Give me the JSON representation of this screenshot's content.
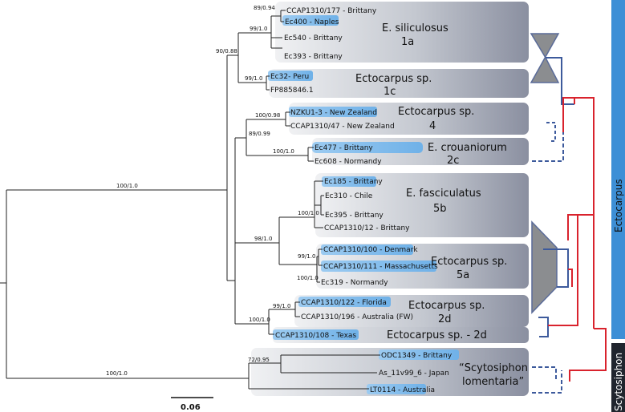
{
  "colors": {
    "highlight": "#8ec4ef",
    "panel_light": "#e4e6ea",
    "panel_dark": "#8d92a2",
    "ectocarpus_bar": "#3d8fd6",
    "scytosiphon_bar": "#20252e",
    "red_link": "#d9232d",
    "blue_link": "#3d5a9c",
    "triangle": "#8b8d90"
  },
  "scale_label": "0.06",
  "groups": {
    "ectocarpus": "Ectocarpus",
    "scytosiphon": "Scytosiphon"
  },
  "clades": {
    "c1a_name": "E. siliculosus",
    "c1a_code": "1a",
    "c1c_name": "Ectocarpus sp.",
    "c1c_code": "1c",
    "c4_name": "Ectocarpus sp.",
    "c4_code": "4",
    "c2c_name": "E. crouaniorum",
    "c2c_code": "2c",
    "c5b_name": "E. fasciculatus",
    "c5b_code": "5b",
    "c5a_name": "Ectocarpus sp.",
    "c5a_code": "5a",
    "c2d_name": "Ectocarpus sp.",
    "c2d_code": "2d",
    "c2d_texas": "Ectocarpus sp. - 2d",
    "scyto_line1": "“Scytosiphon",
    "scyto_line2": "lomentaria”"
  },
  "leaves": {
    "l1": "CCAP1310/177 - Brittany",
    "l2": "Ec400 - Naples",
    "l3": "Ec540 - Brittany",
    "l4": "Ec393 - Brittany",
    "l5": "Ec32- Peru",
    "l6": "FP885846.1",
    "l7": "NZKU1-3 - New Zealand",
    "l8": "CCAP1310/47 - New Zealand",
    "l9": "Ec477 - Brittany",
    "l10": "Ec608 - Normandy",
    "l11": "Ec185 - Brittany",
    "l12": "Ec310 - Chile",
    "l13": "Ec395 - Brittany",
    "l14": "CCAP1310/12 - Brittany",
    "l15": "CCAP1310/100 - Denmark",
    "l16": "CCAP1310/111 - Massachusetts",
    "l17": "Ec319 - Normandy",
    "l18": "CCAP1310/122 - Florida",
    "l19": "CCAP1310/196 - Australia (FW)",
    "l20": "CCAP1310/108 - Texas",
    "l21": "ODC1349 - Brittany",
    "l22": "As_11v99_6 - Japan",
    "l23": "LT0114 - Australia"
  },
  "support": {
    "s1": "89/0.94",
    "s2": "99/1.0",
    "s3": "90/0.88",
    "s4": "99/1.0",
    "s5": "100/0.98",
    "s6": "89/0.99",
    "s7": "100/1.0",
    "s8": "100/1.0",
    "s9": "98/1.0",
    "s10": "100/1.0",
    "s11": "99/1.0",
    "s12": "100/1.0",
    "s13": "99/1.0",
    "s14": "100/1.0",
    "s15": "72/0.95"
  }
}
